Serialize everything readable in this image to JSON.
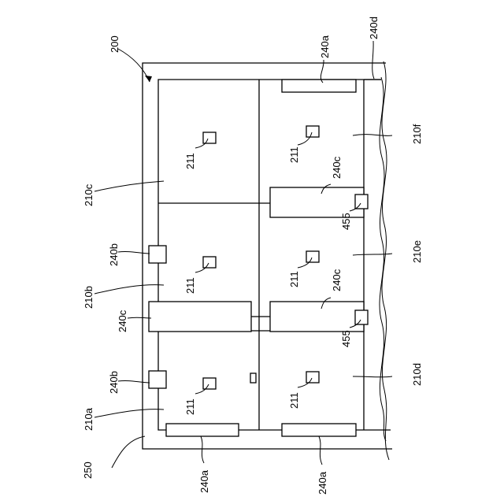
{
  "labels": {
    "ref_200": "200",
    "ref_250": "250",
    "ref_240a_top": "240a",
    "ref_240d": "240d",
    "ref_210f": "210f",
    "ref_210e": "210e",
    "ref_210d": "210d",
    "ref_210c": "210c",
    "ref_210b": "210b",
    "ref_210a": "210a",
    "ref_240b_upper": "240b",
    "ref_240b_lower": "240b",
    "ref_240c_left": "240c",
    "ref_240c_right_upper": "240c",
    "ref_240c_right_lower": "240c",
    "ref_211_a": "211",
    "ref_211_b": "211",
    "ref_211_c": "211",
    "ref_211_d": "211",
    "ref_211_e": "211",
    "ref_211_f": "211",
    "ref_455_upper": "455",
    "ref_455_lower": "455",
    "ref_240a_bottom_left": "240a",
    "ref_240a_bottom_right": "240a"
  }
}
